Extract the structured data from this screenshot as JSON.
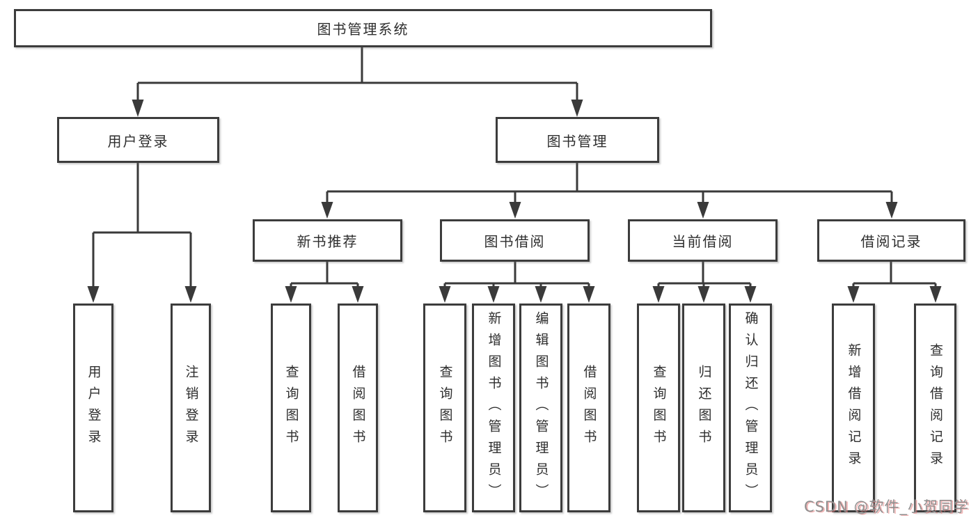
{
  "colors": {
    "background": "#ffffff",
    "line": "#3a3a3a",
    "box_border": "#3c3c3c",
    "text": "#2e2e2e",
    "watermark_text": "#8f8f8f",
    "watermark_shadow": "#e78181"
  },
  "tree": {
    "root": {
      "label": "图书管理系统"
    },
    "branches": [
      {
        "label": "用户登录",
        "children": [
          {
            "label": "用户登录"
          },
          {
            "label": "注销登录"
          }
        ]
      },
      {
        "label": "图书管理",
        "children": [
          {
            "label": "新书推荐",
            "children": [
              {
                "label": "查询图书"
              },
              {
                "label": "借阅图书"
              }
            ]
          },
          {
            "label": "图书借阅",
            "children": [
              {
                "label": "查询图书"
              },
              {
                "label": "新增图书（管理员）"
              },
              {
                "label": "编辑图书（管理员）"
              },
              {
                "label": "借阅图书"
              }
            ]
          },
          {
            "label": "当前借阅",
            "children": [
              {
                "label": "查询图书"
              },
              {
                "label": "归还图书"
              },
              {
                "label": "确认归还（管理员）"
              }
            ]
          },
          {
            "label": "借阅记录",
            "children": [
              {
                "label": "新增借阅记录"
              },
              {
                "label": "查询借阅记录"
              }
            ]
          }
        ]
      }
    ]
  },
  "watermark": {
    "text": "CSDN @软件_小贺同学"
  }
}
